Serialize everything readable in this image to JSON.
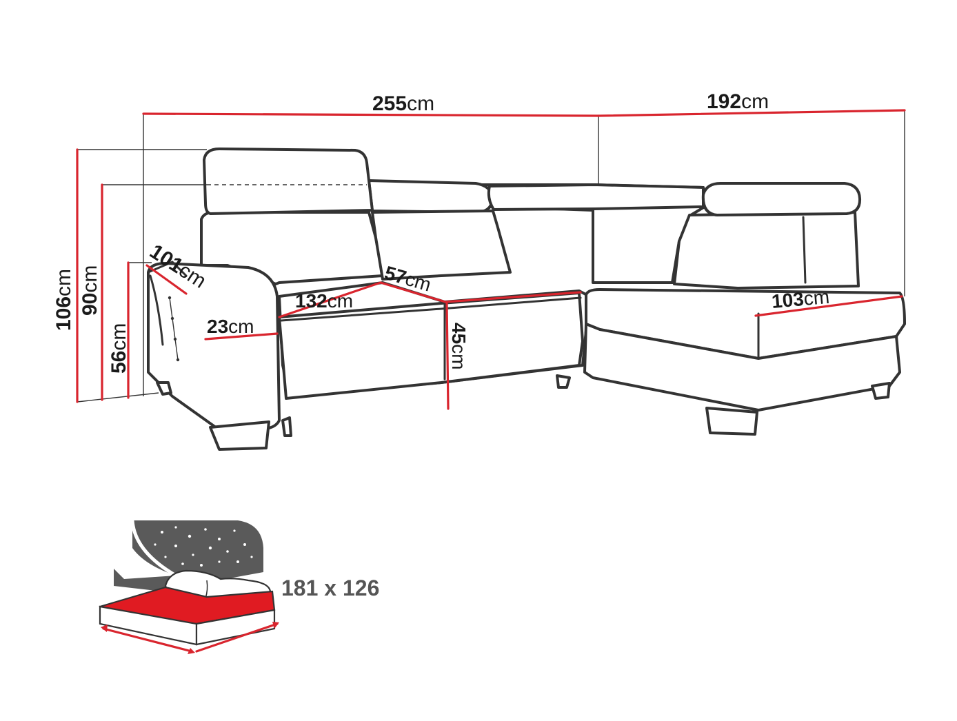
{
  "dimensions": {
    "total_width": {
      "value": "255",
      "unit": "cm"
    },
    "side_width": {
      "value": "192",
      "unit": "cm"
    },
    "total_height": {
      "value": "106",
      "unit": "cm"
    },
    "backrest_height": {
      "value": "90",
      "unit": "cm"
    },
    "armrest_height": {
      "value": "56",
      "unit": "cm"
    },
    "depth": {
      "value": "101",
      "unit": "cm"
    },
    "armrest_width": {
      "value": "23",
      "unit": "cm"
    },
    "seat_width": {
      "value": "132",
      "unit": "cm"
    },
    "seat_depth": {
      "value": "57",
      "unit": "cm"
    },
    "seat_height": {
      "value": "45",
      "unit": "cm"
    },
    "chaise_width": {
      "value": "103",
      "unit": "cm"
    }
  },
  "sleeping_area": {
    "label": "181 x 126"
  },
  "colors": {
    "dimension_line": "#d9252e",
    "outline": "#333333",
    "night_sky": "#5a5a5a",
    "mattress": "#e01b22"
  },
  "icons": [
    "sofa-outline",
    "bed-night-icon"
  ]
}
